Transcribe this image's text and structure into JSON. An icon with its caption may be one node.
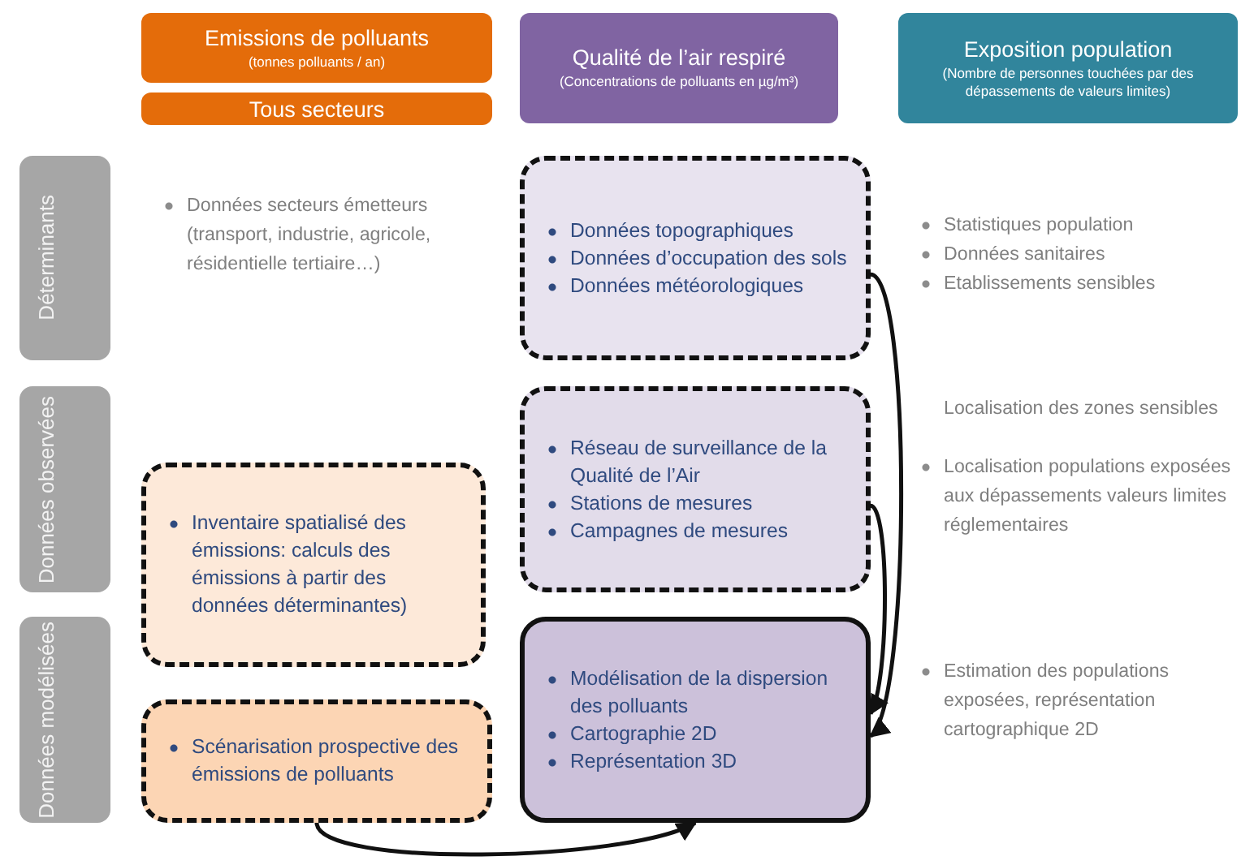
{
  "diagram": {
    "nodes": [
      {
        "text": [
          "Emissions de polluants",
          "(tonnes polluants / an)"
        ]
      },
      {
        "text": [
          "Tous secteurs"
        ]
      },
      {
        "text": [
          "Qualité de l’air respiré",
          "(Concentrations de polluants en µg/m³)"
        ]
      },
      {
        "text": [
          "Exposition population",
          "(Nombre de personnes touchées par des dépassements de valeurs limites)"
        ]
      },
      {
        "text": [
          "Déterminants"
        ]
      },
      {
        "text": [
          "Données topographiques",
          "Données d’occupation des sols",
          "Données météorologiques"
        ]
      },
      {
        "text": [
          "Données observées"
        ]
      },
      {
        "text": [
          "Inventaire spatialisé des émissions: calculs des émissions à partir des données déterminantes)"
        ]
      },
      {
        "text": [
          "Réseau de surveillance de la Qualité de l’Air",
          "Stations de mesures",
          "Campagnes de mesures"
        ]
      },
      {
        "text": [
          "Données modélisées"
        ]
      },
      {
        "text": [
          "Scénarisation prospective des émissions de polluants"
        ]
      },
      {
        "text": [
          "Modélisation de la dispersion des polluants",
          "Cartographie 2D",
          "Représentation 3D"
        ]
      }
    ],
    "edges": [
      {
        "from": 5,
        "to": 11,
        "arrow": "to"
      },
      {
        "from": 8,
        "to": 11,
        "arrow": "to"
      },
      {
        "from": 10,
        "to": 11,
        "arrow": "to"
      }
    ],
    "labels": [
      "Données secteurs émetteurs (transport, industrie, agricole, résidentielle tertiaire…)",
      "Statistiques population",
      "Données sanitaires",
      "Etablissements sensibles",
      "Localisation des zones sensibles",
      "Localisation populations exposées aux dépassements valeurs limites réglementaires",
      "Estimation des populations exposées, représentation cartographique 2D"
    ]
  }
}
